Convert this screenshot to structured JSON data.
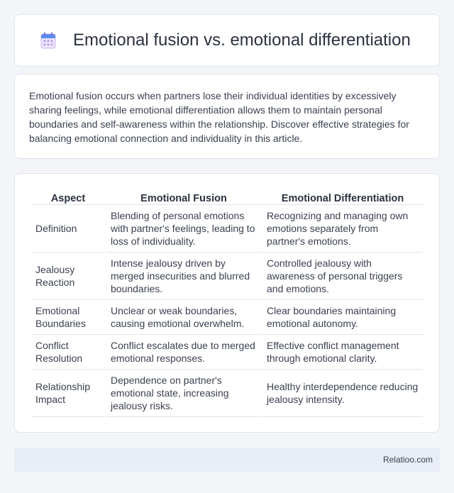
{
  "header": {
    "icon": "calendar-icon",
    "title": "Emotional fusion vs. emotional differentiation"
  },
  "intro": {
    "text": "Emotional fusion occurs when partners lose their individual identities by excessively sharing feelings, while emotional differentiation allows them to maintain personal boundaries and self-awareness within the relationship. Discover effective strategies for balancing emotional connection and individuality in this article."
  },
  "table": {
    "headers": [
      "Aspect",
      "Emotional Fusion",
      "Emotional Differentiation"
    ],
    "rows": [
      [
        "Definition",
        "Blending of personal emotions with partner's feelings, leading to loss of individuality.",
        "Recognizing and managing own emotions separately from partner's emotions."
      ],
      [
        "Jealousy Reaction",
        "Intense jealousy driven by merged insecurities and blurred boundaries.",
        "Controlled jealousy with awareness of personal triggers and emotions."
      ],
      [
        "Emotional Boundaries",
        "Unclear or weak boundaries, causing emotional overwhelm.",
        "Clear boundaries maintaining emotional autonomy."
      ],
      [
        "Conflict Resolution",
        "Conflict escalates due to merged emotional responses.",
        "Effective conflict management through emotional clarity."
      ],
      [
        "Relationship Impact",
        "Dependence on partner's emotional state, increasing jealousy risks.",
        "Healthy interdependence reducing jealousy intensity."
      ]
    ]
  },
  "footer": {
    "text": "Relatioo.com"
  },
  "colors": {
    "background": "#f3f5f9",
    "card": "#ffffff",
    "footer": "#e9edf5",
    "icon_top": "#5b8def",
    "icon_body": "#c9b8f0"
  }
}
